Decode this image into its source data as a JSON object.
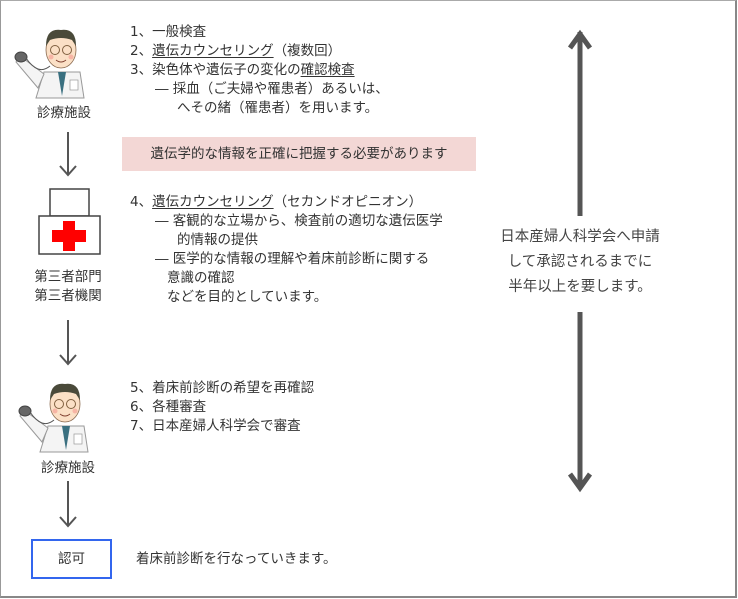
{
  "flow": {
    "facility_top": {
      "label": "診療施設",
      "icon": "doctor-icon"
    },
    "third_party": {
      "label_line1": "第三者部門",
      "label_line2": "第三者機関",
      "icon": "medical-kit-icon"
    },
    "facility_bottom": {
      "label": "診療施設",
      "icon": "doctor-icon"
    },
    "approval": {
      "label": "認可",
      "description": "着床前診断を行なっていきます。"
    }
  },
  "steps_group1": {
    "line1": "1、一般検査",
    "line2_prefix": "2、",
    "line2_underlined": "遺伝カウンセリング",
    "line2_suffix": "（複数回）",
    "line3_prefix": "3、染色体や遺伝子の変化の",
    "line3_underlined": "確認検査",
    "line4": "― 採血（ご夫婦や罹患者）あるいは、",
    "line5": "へその緒（罹患者）を用います。"
  },
  "notice": {
    "text": "遺伝学的な情報を正確に把握する必要があります"
  },
  "steps_group2": {
    "line1_prefix": "4、",
    "line1_underlined": "遺伝カウンセリング",
    "line1_suffix": "（セカンドオピニオン）",
    "line2": "― 客観的な立場から、検査前の適切な遺伝医学",
    "line3": "的情報の提供",
    "line4": "― 医学的な情報の理解や着床前診断に関する",
    "line5": "意識の確認",
    "line6": "などを目的としています。"
  },
  "steps_group3": {
    "line1": "5、着床前診断の希望を再確認",
    "line2": "6、各種審査",
    "line3": "7、日本産婦人科学会で審査"
  },
  "timeline_note": {
    "line1": "日本産婦人科学会へ申請",
    "line2": "して承認されるまでに",
    "line3": "半年以上を要します。"
  },
  "colors": {
    "border": "#888888",
    "arrow": "#555555",
    "notice_bg": "#f3d7d5",
    "red_cross": "#ff0000",
    "approval_border": "#3366ee"
  }
}
